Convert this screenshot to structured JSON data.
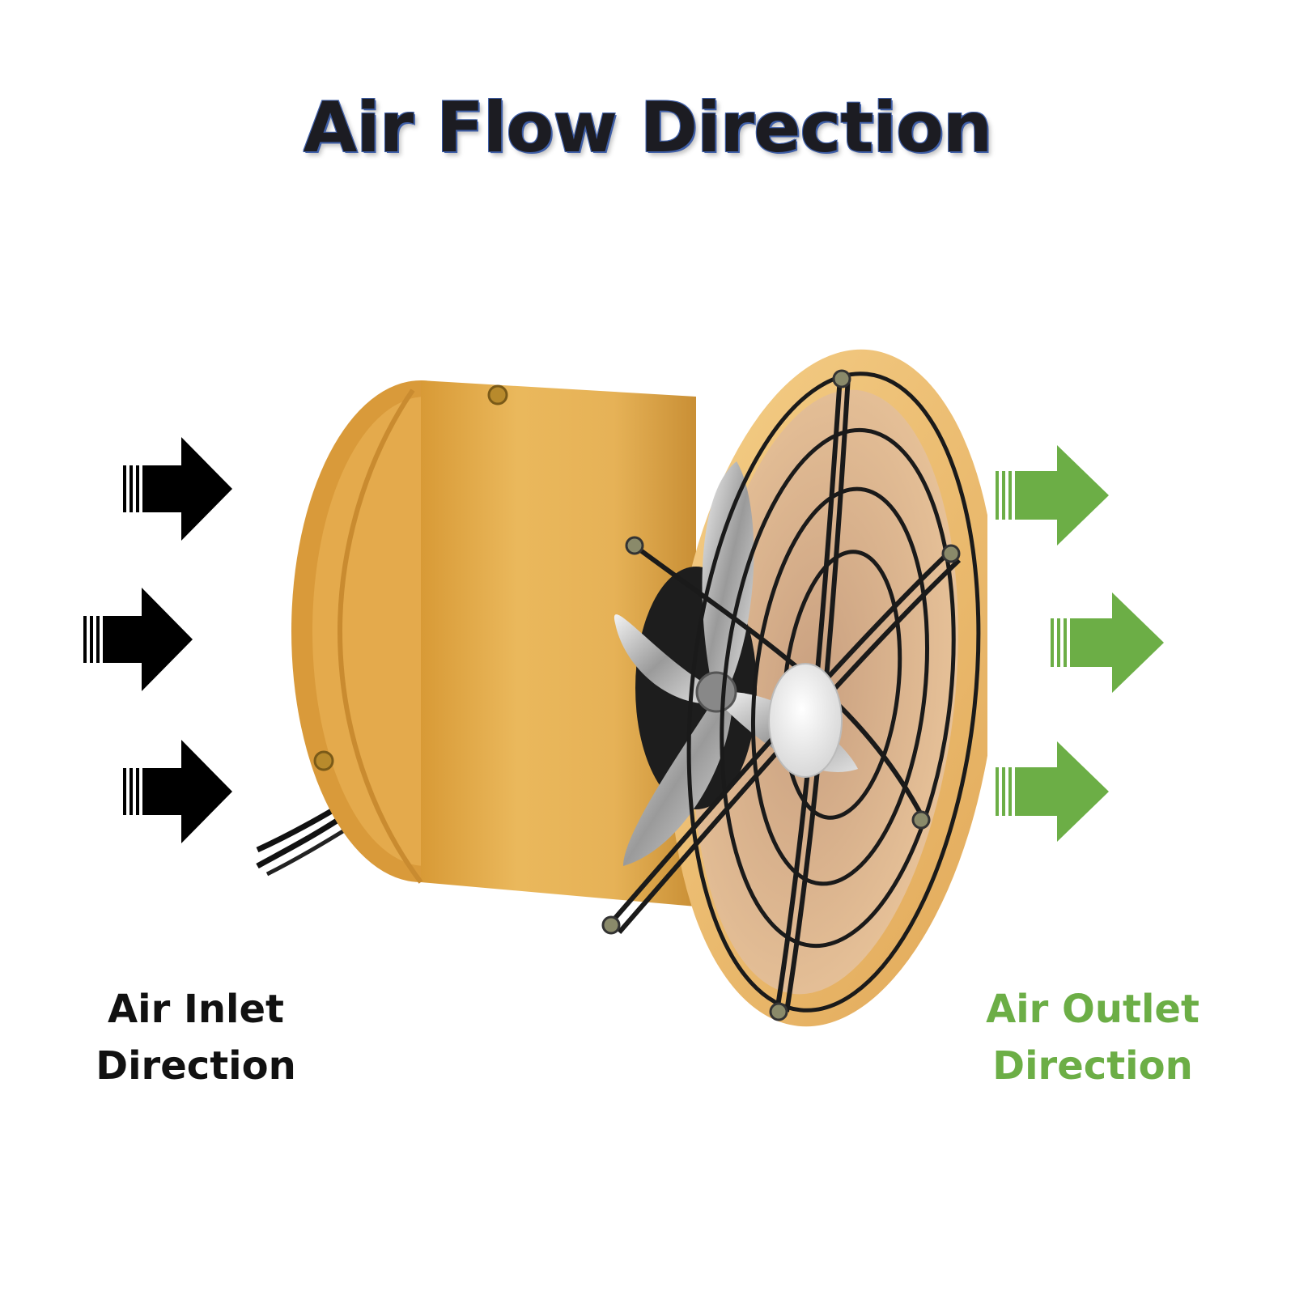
{
  "title": "Air Flow Direction",
  "inlet": {
    "line1": "Air Inlet",
    "line2": "Direction",
    "color": "#111111"
  },
  "outlet": {
    "line1": "Air Outlet",
    "line2": "Direction",
    "color": "#6cae46"
  },
  "colors": {
    "fan_body": "#e8b552",
    "guard": "#1a1a1a",
    "hub": "#f4f4f4"
  },
  "icons": {
    "inlet_arrow": "arrow-right-icon",
    "outlet_arrow": "arrow-right-icon"
  }
}
